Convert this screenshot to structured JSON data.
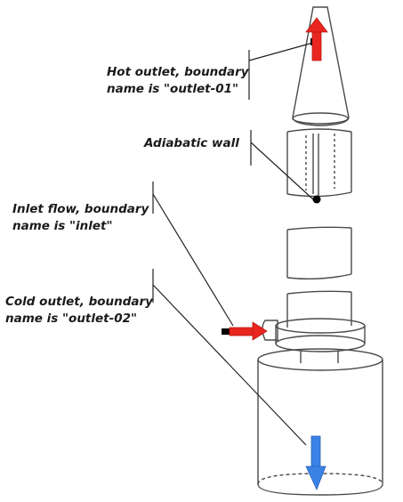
{
  "labels": {
    "hot_outlet": {
      "line1": "Hot outlet, boundary",
      "line2": "name is \"outlet-01\""
    },
    "adiabatic_wall": {
      "line1": "Adiabatic wall"
    },
    "inlet": {
      "line1": "Inlet flow, boundary",
      "line2": "name is \"inlet\""
    },
    "cold_outlet": {
      "line1": "Cold outlet, boundary",
      "line2": "name is \"outlet-02\""
    }
  },
  "colors": {
    "hot_arrow": "#e8251f",
    "cold_arrow": "#3b82e6",
    "outline": "#4a4a4a",
    "leader": "#222222"
  },
  "icons": {
    "hot_flow": "arrow-up-icon",
    "inlet_flow": "arrow-right-icon",
    "cold_flow": "arrow-down-icon"
  }
}
